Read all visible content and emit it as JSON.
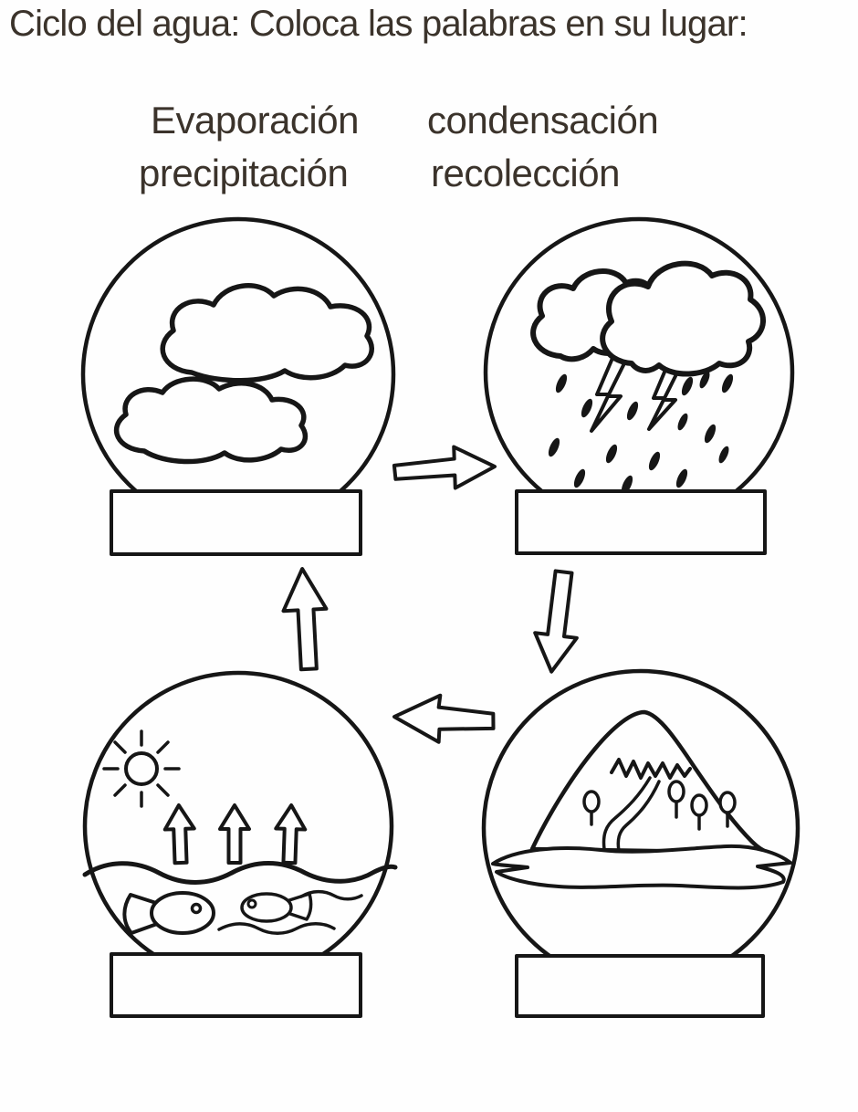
{
  "title": "Ciclo del agua: Coloca las palabras en su lugar:",
  "word_bank": {
    "words": [
      "Evaporación",
      "condensación",
      "precipitación",
      "recolección"
    ]
  },
  "colors": {
    "ink": "#161616",
    "text": "#3b332b",
    "background": "#fefefe"
  },
  "diagram": {
    "scenes": [
      {
        "name": "clouds-globe",
        "answer_box_value": ""
      },
      {
        "name": "rain-storm-globe",
        "answer_box_value": ""
      },
      {
        "name": "evaporation-ocean-globe",
        "answer_box_value": ""
      },
      {
        "name": "mountain-collection-globe",
        "answer_box_value": ""
      }
    ],
    "cycle_arrow_directions": [
      "right",
      "down",
      "left",
      "up"
    ]
  }
}
